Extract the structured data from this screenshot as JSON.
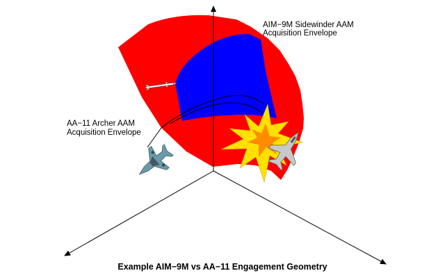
{
  "labels": {
    "aim9_line1": "AIM−9M Sidewinder AAM",
    "aim9_line2": "Acquisition Envelope",
    "aa11_line1": "AA−11 Archer AAM",
    "aa11_line2": "Acquisition Envelope",
    "title": "Example AIM−9M vs AA−11 Engagement Geometry"
  },
  "colors": {
    "aa11_envelope": "#ff0000",
    "aim9_envelope": "#0000ff",
    "explosion_outer": "#ffe000",
    "explosion_inner": "#ff8c00",
    "axes": "#000000"
  },
  "icons": {
    "missile": "missile-icon",
    "enemy_aircraft": "fighter-jet-icon",
    "friendly_aircraft": "fighter-jet-icon",
    "explosion": "explosion-icon"
  }
}
